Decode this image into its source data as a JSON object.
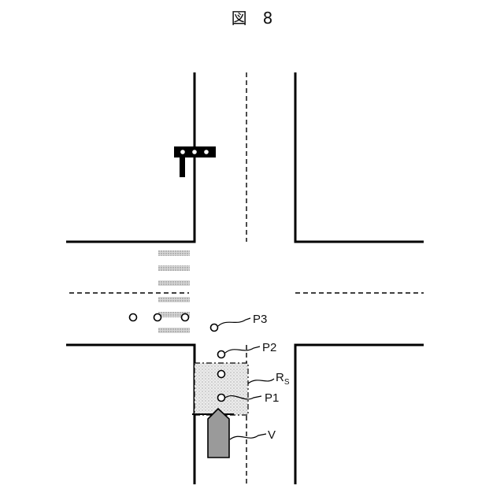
{
  "figure": {
    "title": "図　8",
    "labels": {
      "p3": "P3",
      "p2": "P2",
      "rs_main": "R",
      "rs_sub": "S",
      "p1": "P1",
      "v": "V"
    }
  }
}
